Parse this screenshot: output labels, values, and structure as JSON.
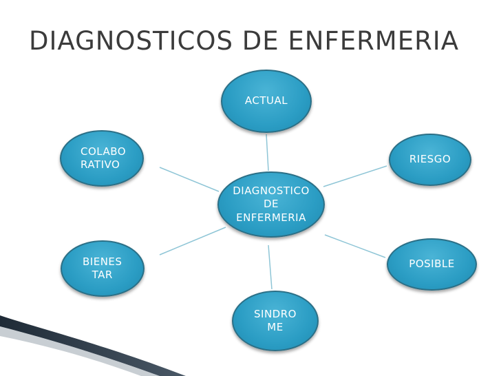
{
  "title": "DIAGNOSTICOS DE ENFERMERIA",
  "colors": {
    "node_fill": "#2b9dc4",
    "node_border": "#2b6f86",
    "connector": "#8ec5d6",
    "title_text": "#3b3b3b",
    "accent_swoosh": "#1e2a36"
  },
  "diagram": {
    "center": "DIAGNOSTICO\nDE\nENFERMERIA",
    "nodes": {
      "actual": "ACTUAL",
      "colaborativo": "COLABO\nRATIVO",
      "riesgo": "RIESGO",
      "bienestar": "BIENES\nTAR",
      "posible": "POSIBLE",
      "sindrome": "SINDRO\nME"
    }
  }
}
